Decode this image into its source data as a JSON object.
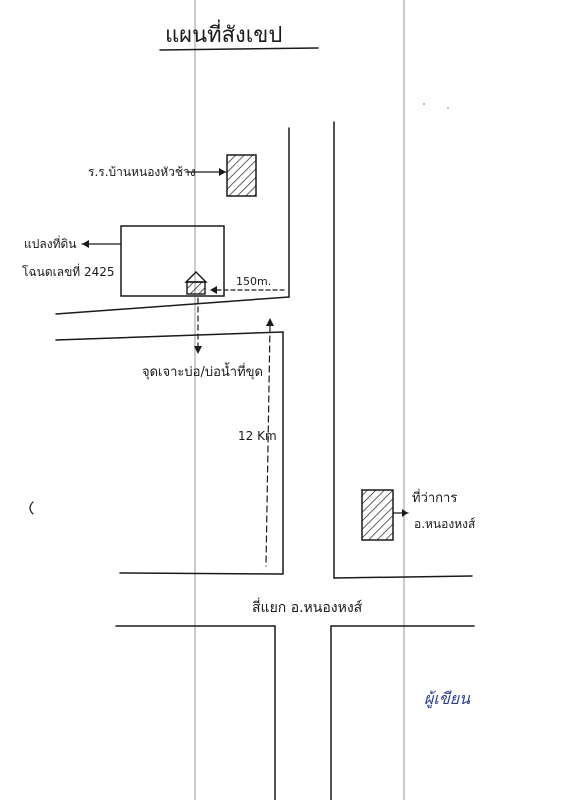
{
  "map": {
    "title": "แผนที่สังเขป",
    "landmarks": {
      "school": "ร.ร.บ้านหนองหัวช้าง",
      "parcel": "แปลงที่ดิน",
      "deed": "โฉนดเลขที่ 2425",
      "well_site": "จุดเจาะบ่อ/บ่อน้ำที่ขุด",
      "district_office": "ที่ว่าการ",
      "district_name": "อ.หนองหงส์",
      "intersection": "สี่แยก อ.หนองหงส์"
    },
    "distances": {
      "short": "150m.",
      "long": "12 Km"
    },
    "signature_text": "ผู้เขียน",
    "colors": {
      "ink": "#1a1a1a",
      "signature": "#2a3f9a"
    }
  }
}
